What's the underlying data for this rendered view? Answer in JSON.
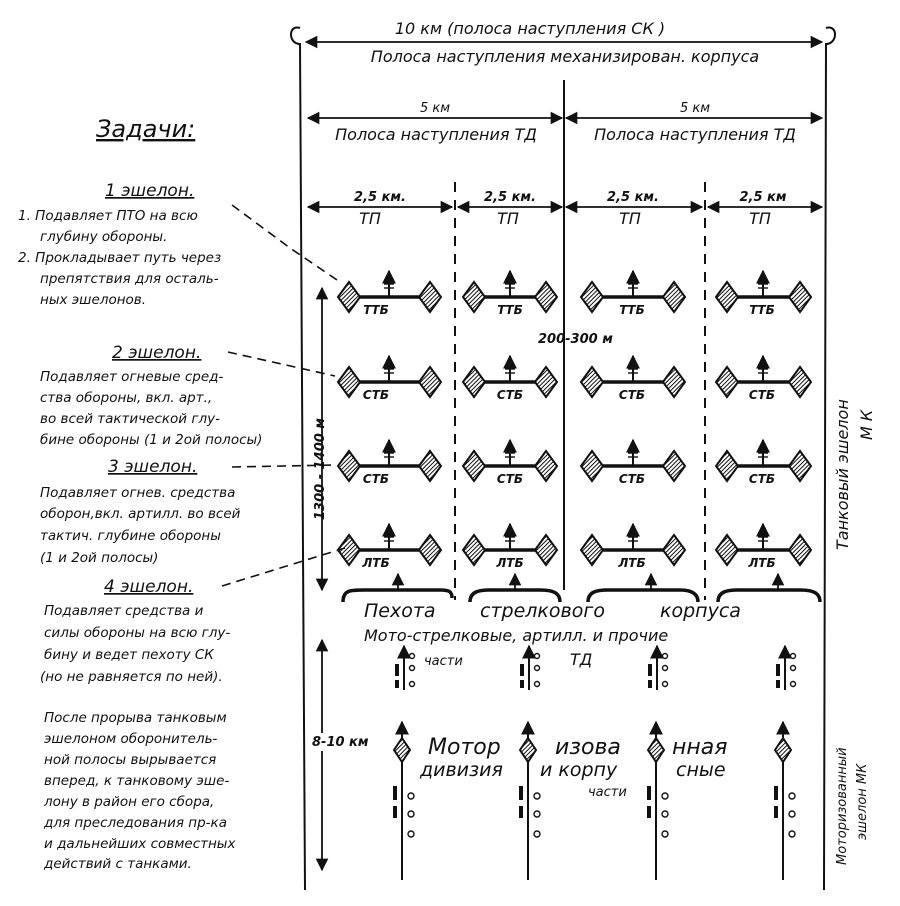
{
  "header": {
    "top_width": "10 км (полоса наступления СК )",
    "top_band": "Полоса  наступления  механизирован. корпуса",
    "td_width_left": "5 км",
    "td_width_right": "5 км",
    "td_band_left": "Полоса наступления ТД",
    "td_band_right": "Полоса наступления ТД",
    "regiment_widths": [
      "2,5 км.",
      "2,5 км.",
      "2,5 км.",
      "2,5 км"
    ],
    "regiment_labels": [
      "ТП",
      "ТП",
      "ТП",
      "ТП"
    ]
  },
  "distances": {
    "between_echelons": "200-300 м",
    "echelon_depth": "1300 - 1400 м",
    "motor_gap": "8-10 км"
  },
  "rows": [
    {
      "unit": "ТТБ"
    },
    {
      "unit": "СТБ"
    },
    {
      "unit": "СТБ"
    },
    {
      "unit": "ЛТБ"
    }
  ],
  "infantry": {
    "words": [
      "Пехота",
      "стрелкового",
      "корпуса"
    ],
    "moto_line1": "Мото-стрелковые,  артилл. и прочие",
    "moto_word_chasti": "части",
    "moto_word_td": "ТД"
  },
  "motorized": {
    "row1": [
      "Мотор",
      "изова",
      "нная"
    ],
    "row2": [
      "дивизия",
      "и  корпу",
      "сные"
    ],
    "row3": "части"
  },
  "right_labels": {
    "tank_echelon_1": "Танковый  эшелон",
    "tank_echelon_2": "М К",
    "motor_echelon_1": "Моторизованный",
    "motor_echelon_2": "эшелон МК"
  },
  "tasks": {
    "title": "Задачи:",
    "e1_title": "1 эшелон.",
    "e1_lines": [
      "1. Подавляет ПТО на всю",
      "глубину обороны.",
      "2. Прокладывает путь через",
      "препятствия для осталь-",
      "ных эшелонов."
    ],
    "e2_title": "2 эшелон.",
    "e2_lines": [
      "Подавляет огневые сред-",
      "ства обороны, вкл. арт.,",
      "во всей тактической глу-",
      "бине обороны (1 и 2ой полосы)"
    ],
    "e3_title": "3 эшелон.",
    "e3_lines": [
      "Подавляет огнев. средства",
      "оборон,вкл. артилл. во всей",
      "тактич. глубине обороны",
      "(1 и 2ой полосы)"
    ],
    "e4_title": "4 эшелон.",
    "e4_lines": [
      "Подавляет средства и",
      "силы обороны на всю глу-",
      "бину и ведет пехоту СК",
      "(но не равняется по ней)."
    ],
    "after_lines": [
      "После прорыва танковым",
      "эшелоном оборонитель-",
      "ной полосы вырывается",
      "вперед, к танковому эше-",
      "лону в район его сбора,",
      "для преследования пр-ка",
      "и дальнейших совместных",
      "действий с танками."
    ]
  }
}
